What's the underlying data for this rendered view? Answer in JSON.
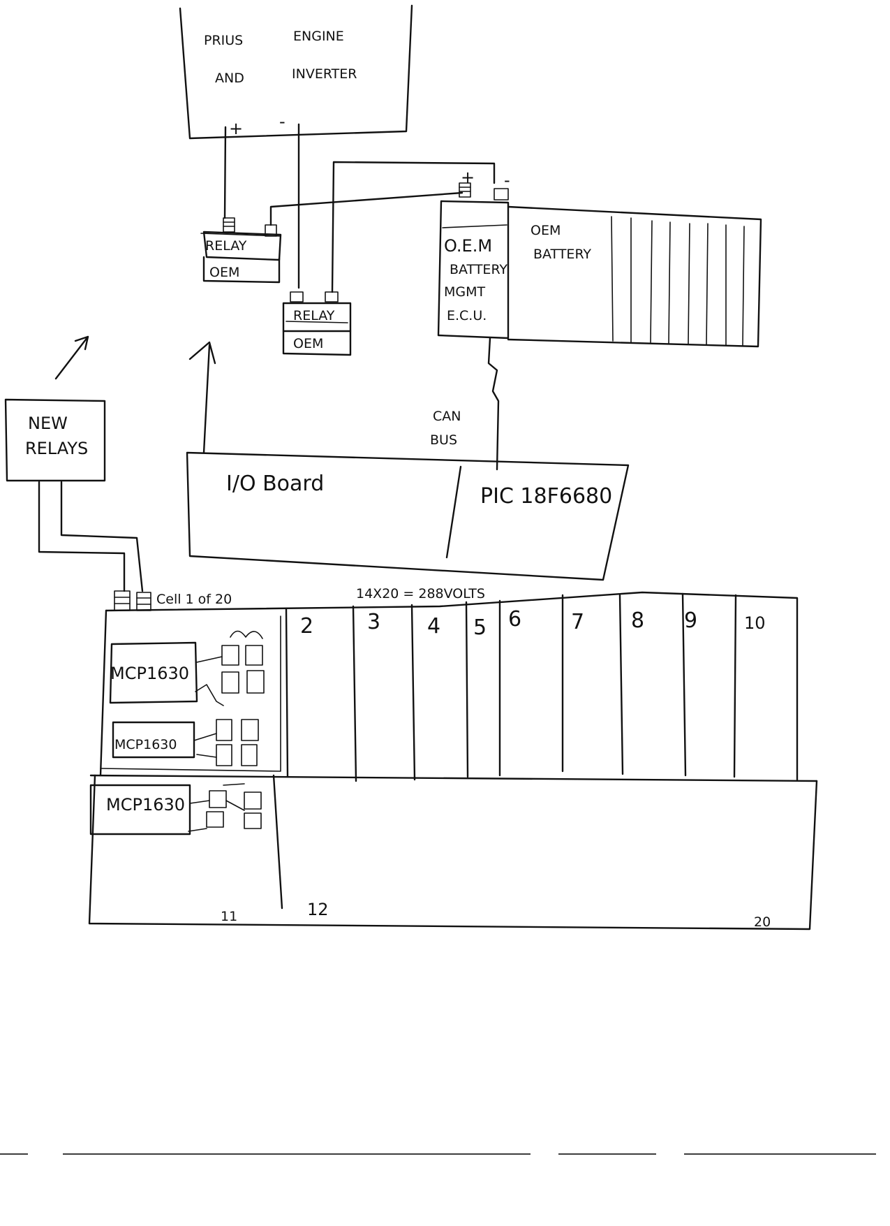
{
  "engine": {
    "line1": "PRIUS",
    "line1b": "ENGINE",
    "line2": "AND",
    "line2b": "INVERTER",
    "plus": "+",
    "minus": "-"
  },
  "relay_oem_1": {
    "relay_label": "RELAY",
    "oem_label": "OEM"
  },
  "relay_oem_2": {
    "relay_label": "RELAY",
    "oem_label": "OEM"
  },
  "battery_ecu": {
    "line1": "O.E.M",
    "line2": "BATTERY",
    "line3": "MGMT",
    "line4": "E.C.U.",
    "plus": "+",
    "minus": "-"
  },
  "oem_battery": {
    "line1": "OEM",
    "line2": "BATTERY"
  },
  "can_bus": {
    "line1": "CAN",
    "line2": "BUS"
  },
  "new_relays": {
    "line1": "NEW",
    "line2": "RELAYS"
  },
  "io_board": {
    "label": "I/O Board"
  },
  "pic": {
    "label": "PIC 18F6680"
  },
  "pack": {
    "cell_label": "Cell  1 of 20",
    "voltage_note": "14X20 = 288VOLTS",
    "top_numbers": [
      "2",
      "3",
      "4",
      "5",
      "6",
      "7",
      "8",
      "9",
      "10"
    ],
    "bottom_numbers": [
      "11",
      "12",
      "20"
    ],
    "mcp_labels": [
      "MCP1630",
      "MCP1630",
      "MCP1630"
    ]
  }
}
